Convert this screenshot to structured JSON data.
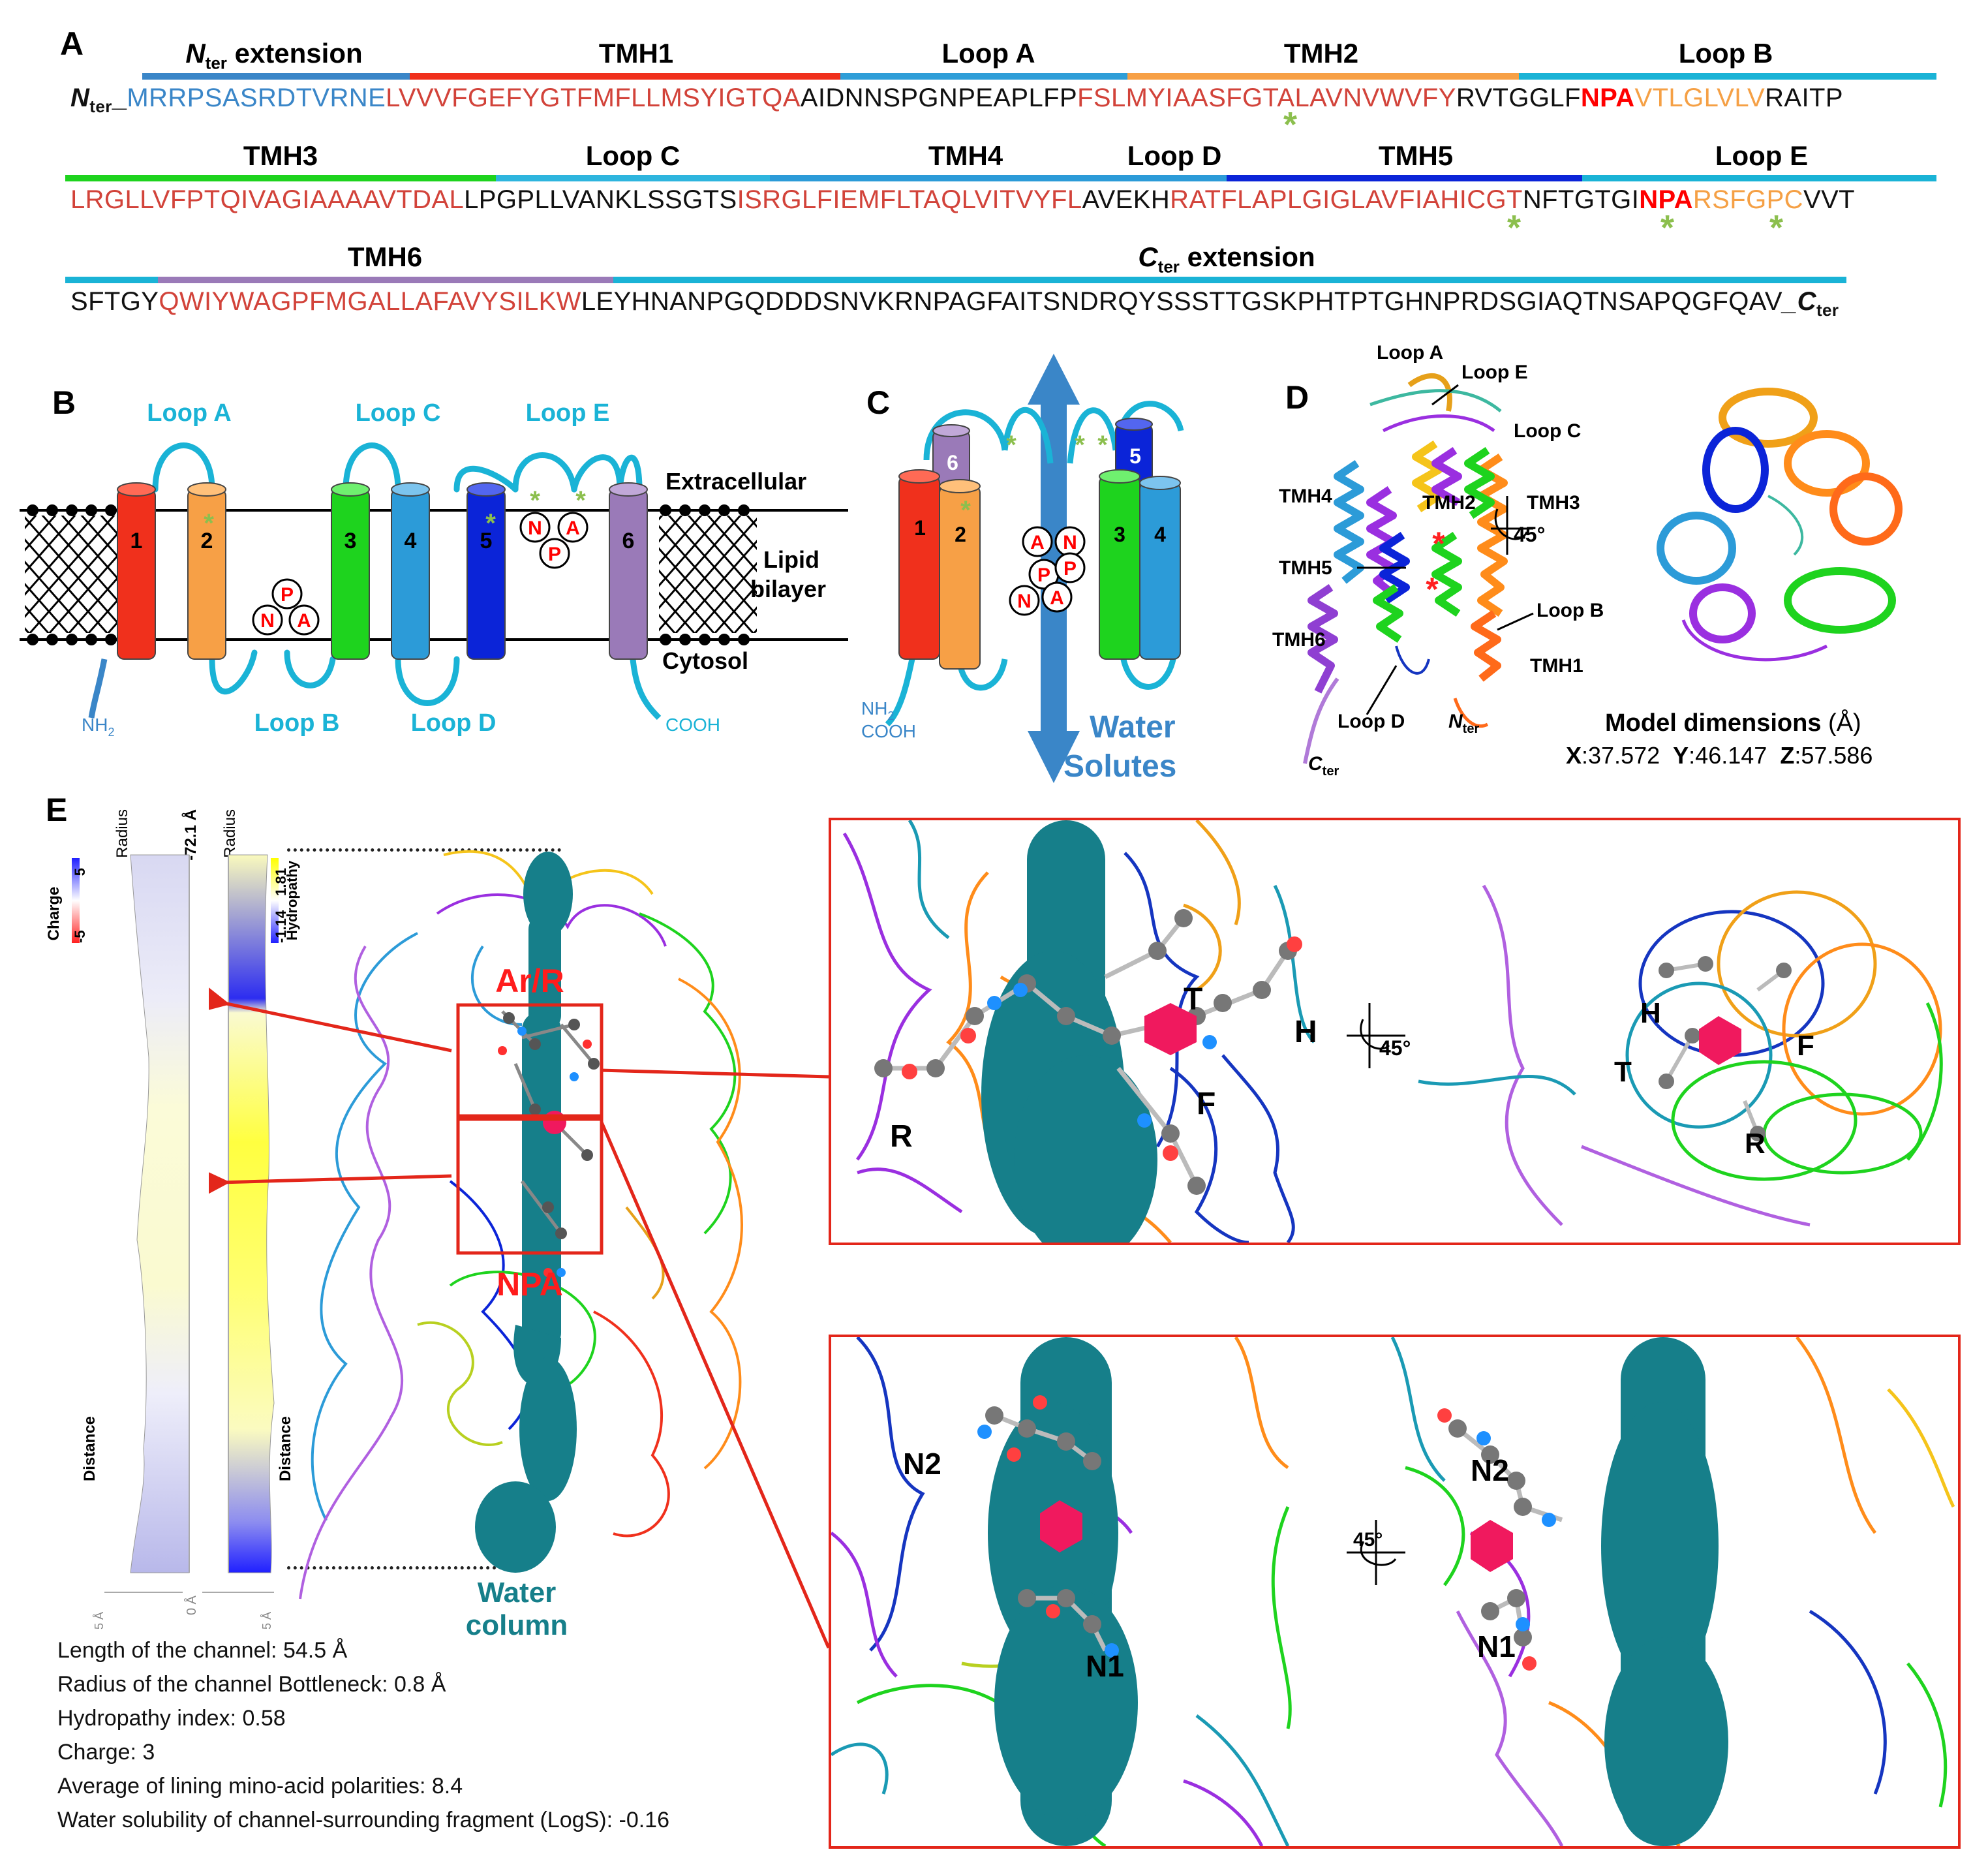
{
  "panels": {
    "a": "A",
    "b": "B",
    "c": "C",
    "d": "D",
    "e": "E"
  },
  "colors": {
    "nter": "#3a86c8",
    "tmh1": "#f0301c",
    "loop": "#1ab3d6",
    "tmh2": "#f7a046",
    "tmh3": "#1ed31e",
    "tmh4": "#2c9bd8",
    "tmh5": "#0b24d8",
    "tmh6": "#9a7ab8",
    "seq_tm": "#d2433a",
    "npa": "#ff0000",
    "star": "#8cbf4e",
    "water": "#167f8a",
    "frame": "#e3261a",
    "magenta": "#f0195e"
  },
  "sequence": {
    "row1": {
      "segments": [
        "N",
        "ter",
        " extension",
        "TMH1",
        "Loop A",
        "TMH2",
        "Loop B"
      ],
      "prefix_main": "N",
      "prefix_sub": "ter",
      "prefix_end": "_",
      "nter_ext": "MRRPSASRDTVRNE",
      "tmh1": "LVVVFGEFYGTFMFLLMSYIGTQA",
      "loopA": "AIDNNSPGNPEAPLFP",
      "tmh2": "FSLMYIAASFGTALAVNVWVFY",
      "loopB_a": "RVTGGLF",
      "npa": "NPA",
      "loopB_b": "VTLGLVLV",
      "loopB_c": "RAITP"
    },
    "row2": {
      "segments": [
        "TMH3",
        "Loop C",
        "TMH4",
        "Loop D",
        "TMH5",
        "Loop E"
      ],
      "tmh3": "LRGLLVFPTQIVAGIAAAAVTDAL",
      "loopC": "LPGPLLVANKLSSGTS",
      "tmh4": "ISRGLFIEMFLTAQLVITVYFL",
      "loopD": "AVEKH",
      "tmh5": "RATFLAPLGIGLAVFIAHICGT",
      "loopE_a": "NFTGTGI",
      "npa": "NPA",
      "loopE_b": "RSFGPC",
      "loopE_c": "VVT"
    },
    "row3": {
      "segments": [
        "TMH6",
        "C",
        "ter",
        " extension"
      ],
      "pre": "SFTGY",
      "tmh6": "QWIYWAGPFMGALLAFAVYSILKW",
      "cter_ext": "LEYHNANPGQDDDSNVKRNPAGFAITSNDRQYSSSTTGSKPHTPTGHNPRDSGIAQTNSAPQGFQAV",
      "suffix_main": "_C",
      "suffix_sub": "ter"
    },
    "star": "*"
  },
  "topology": {
    "helices": [
      "1",
      "2",
      "3",
      "4",
      "5",
      "6"
    ],
    "loops_top": [
      "Loop A",
      "Loop C",
      "Loop E"
    ],
    "loops_bottom": [
      "Loop B",
      "Loop D"
    ],
    "npa": [
      "N",
      "P",
      "A"
    ],
    "extracellular": "Extracellular",
    "lipid": [
      "Lipid",
      "bilayer"
    ],
    "cytosol": "Cytosol",
    "nh2": [
      "NH",
      "2"
    ],
    "cooh": "COOH"
  },
  "channel": {
    "helices": [
      "1",
      "2",
      "6",
      "3",
      "5",
      "4"
    ],
    "npa_letters": [
      "A",
      "N",
      "P",
      "P",
      "N",
      "A"
    ],
    "termini": [
      "NH",
      "2",
      "COOH"
    ],
    "water": "Water",
    "solutes": "Solutes"
  },
  "model": {
    "labels": {
      "loopA": "Loop A",
      "loopE": "Loop E",
      "loopC": "Loop C",
      "tmh4": "TMH4",
      "tmh2": "TMH2",
      "tmh3": "TMH3",
      "tmh5": "TMH5",
      "loopB": "Loop B",
      "tmh6": "TMH6",
      "tmh1": "TMH1",
      "loopD": "Loop D",
      "nter": [
        "N",
        "ter"
      ],
      "cter": [
        "C",
        "ter"
      ]
    },
    "rotation": "45°",
    "dim_title": "Model dimensions",
    "dim_unit": " (Å)",
    "dims": [
      {
        "axis": "X",
        "value": ":37.572"
      },
      {
        "axis": "Y",
        "value": ":46.147"
      },
      {
        "axis": "Z",
        "value": ":57.586"
      }
    ]
  },
  "profile": {
    "radius": "Radius",
    "top": "-72.1 Å",
    "bottom": "0 Å",
    "charge_title": "Charge",
    "charge_max": "5",
    "charge_min": "-5",
    "hydro_title": "Hydropathy",
    "hydro_max": "1.81",
    "hydro_min": "-1.14",
    "distance": "Distance",
    "scale": "5 Å"
  },
  "channel_view": {
    "ar_r": "Ar/R",
    "npa": "NPA",
    "water_col": [
      "Water",
      "column"
    ],
    "arr_residues": [
      "T",
      "H",
      "R",
      "F"
    ],
    "npa_residues": [
      "N2",
      "N1"
    ],
    "rotation": "45°"
  },
  "stats": [
    "Length of the channel: 54.5 Å",
    "Radius of the channel Bottleneck: 0.8 Å",
    "Hydropathy index: 0.58",
    "Charge: 3",
    "Average of lining mino-acid polarities: 8.4",
    "Water solubility of channel-surrounding fragment (LogS): -0.16"
  ]
}
